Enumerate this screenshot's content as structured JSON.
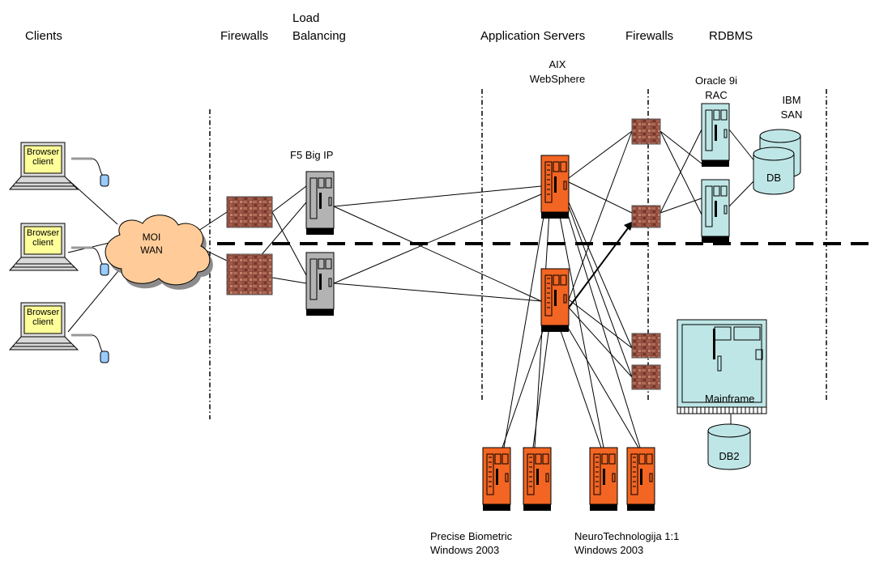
{
  "headers": {
    "clients": "Clients",
    "firewalls_left": "Firewalls",
    "load_balancing_line1": "Load",
    "load_balancing_line2": "Balancing",
    "app_servers": "Application Servers",
    "firewalls_right": "Firewalls",
    "rdbms": "RDBMS"
  },
  "labels": {
    "aix_line1": "AIX",
    "aix_line2": "WebSphere",
    "oracle_line1": "Oracle 9i",
    "oracle_line2": "RAC",
    "ibm_line1": "IBM",
    "ibm_line2": "SAN",
    "f5": "F5 Big IP",
    "cloud_line1": "MOI",
    "cloud_line2": "WAN",
    "db": "DB",
    "db2": "DB2",
    "mainframe": "Mainframe",
    "precise_line1": "Precise Biometric",
    "precise_line2": "Windows 2003",
    "neuro_line1": "NeuroTechnologija 1:1",
    "neuro_line2": "Windows 2003"
  },
  "clients": [
    {
      "line1": "Browser",
      "line2": "client"
    },
    {
      "line1": "Browser",
      "line2": "client"
    },
    {
      "line1": "Browser",
      "line2": "client"
    }
  ],
  "colors": {
    "app_server": "#f26522",
    "load_balancer": "#b3b3b3",
    "db_server": "#bfe6e6",
    "mainframe": "#bfe6e6",
    "firewall": "#8b4a3a",
    "laptop_screen": "#ffff99",
    "cloud": "#ffcc99"
  }
}
